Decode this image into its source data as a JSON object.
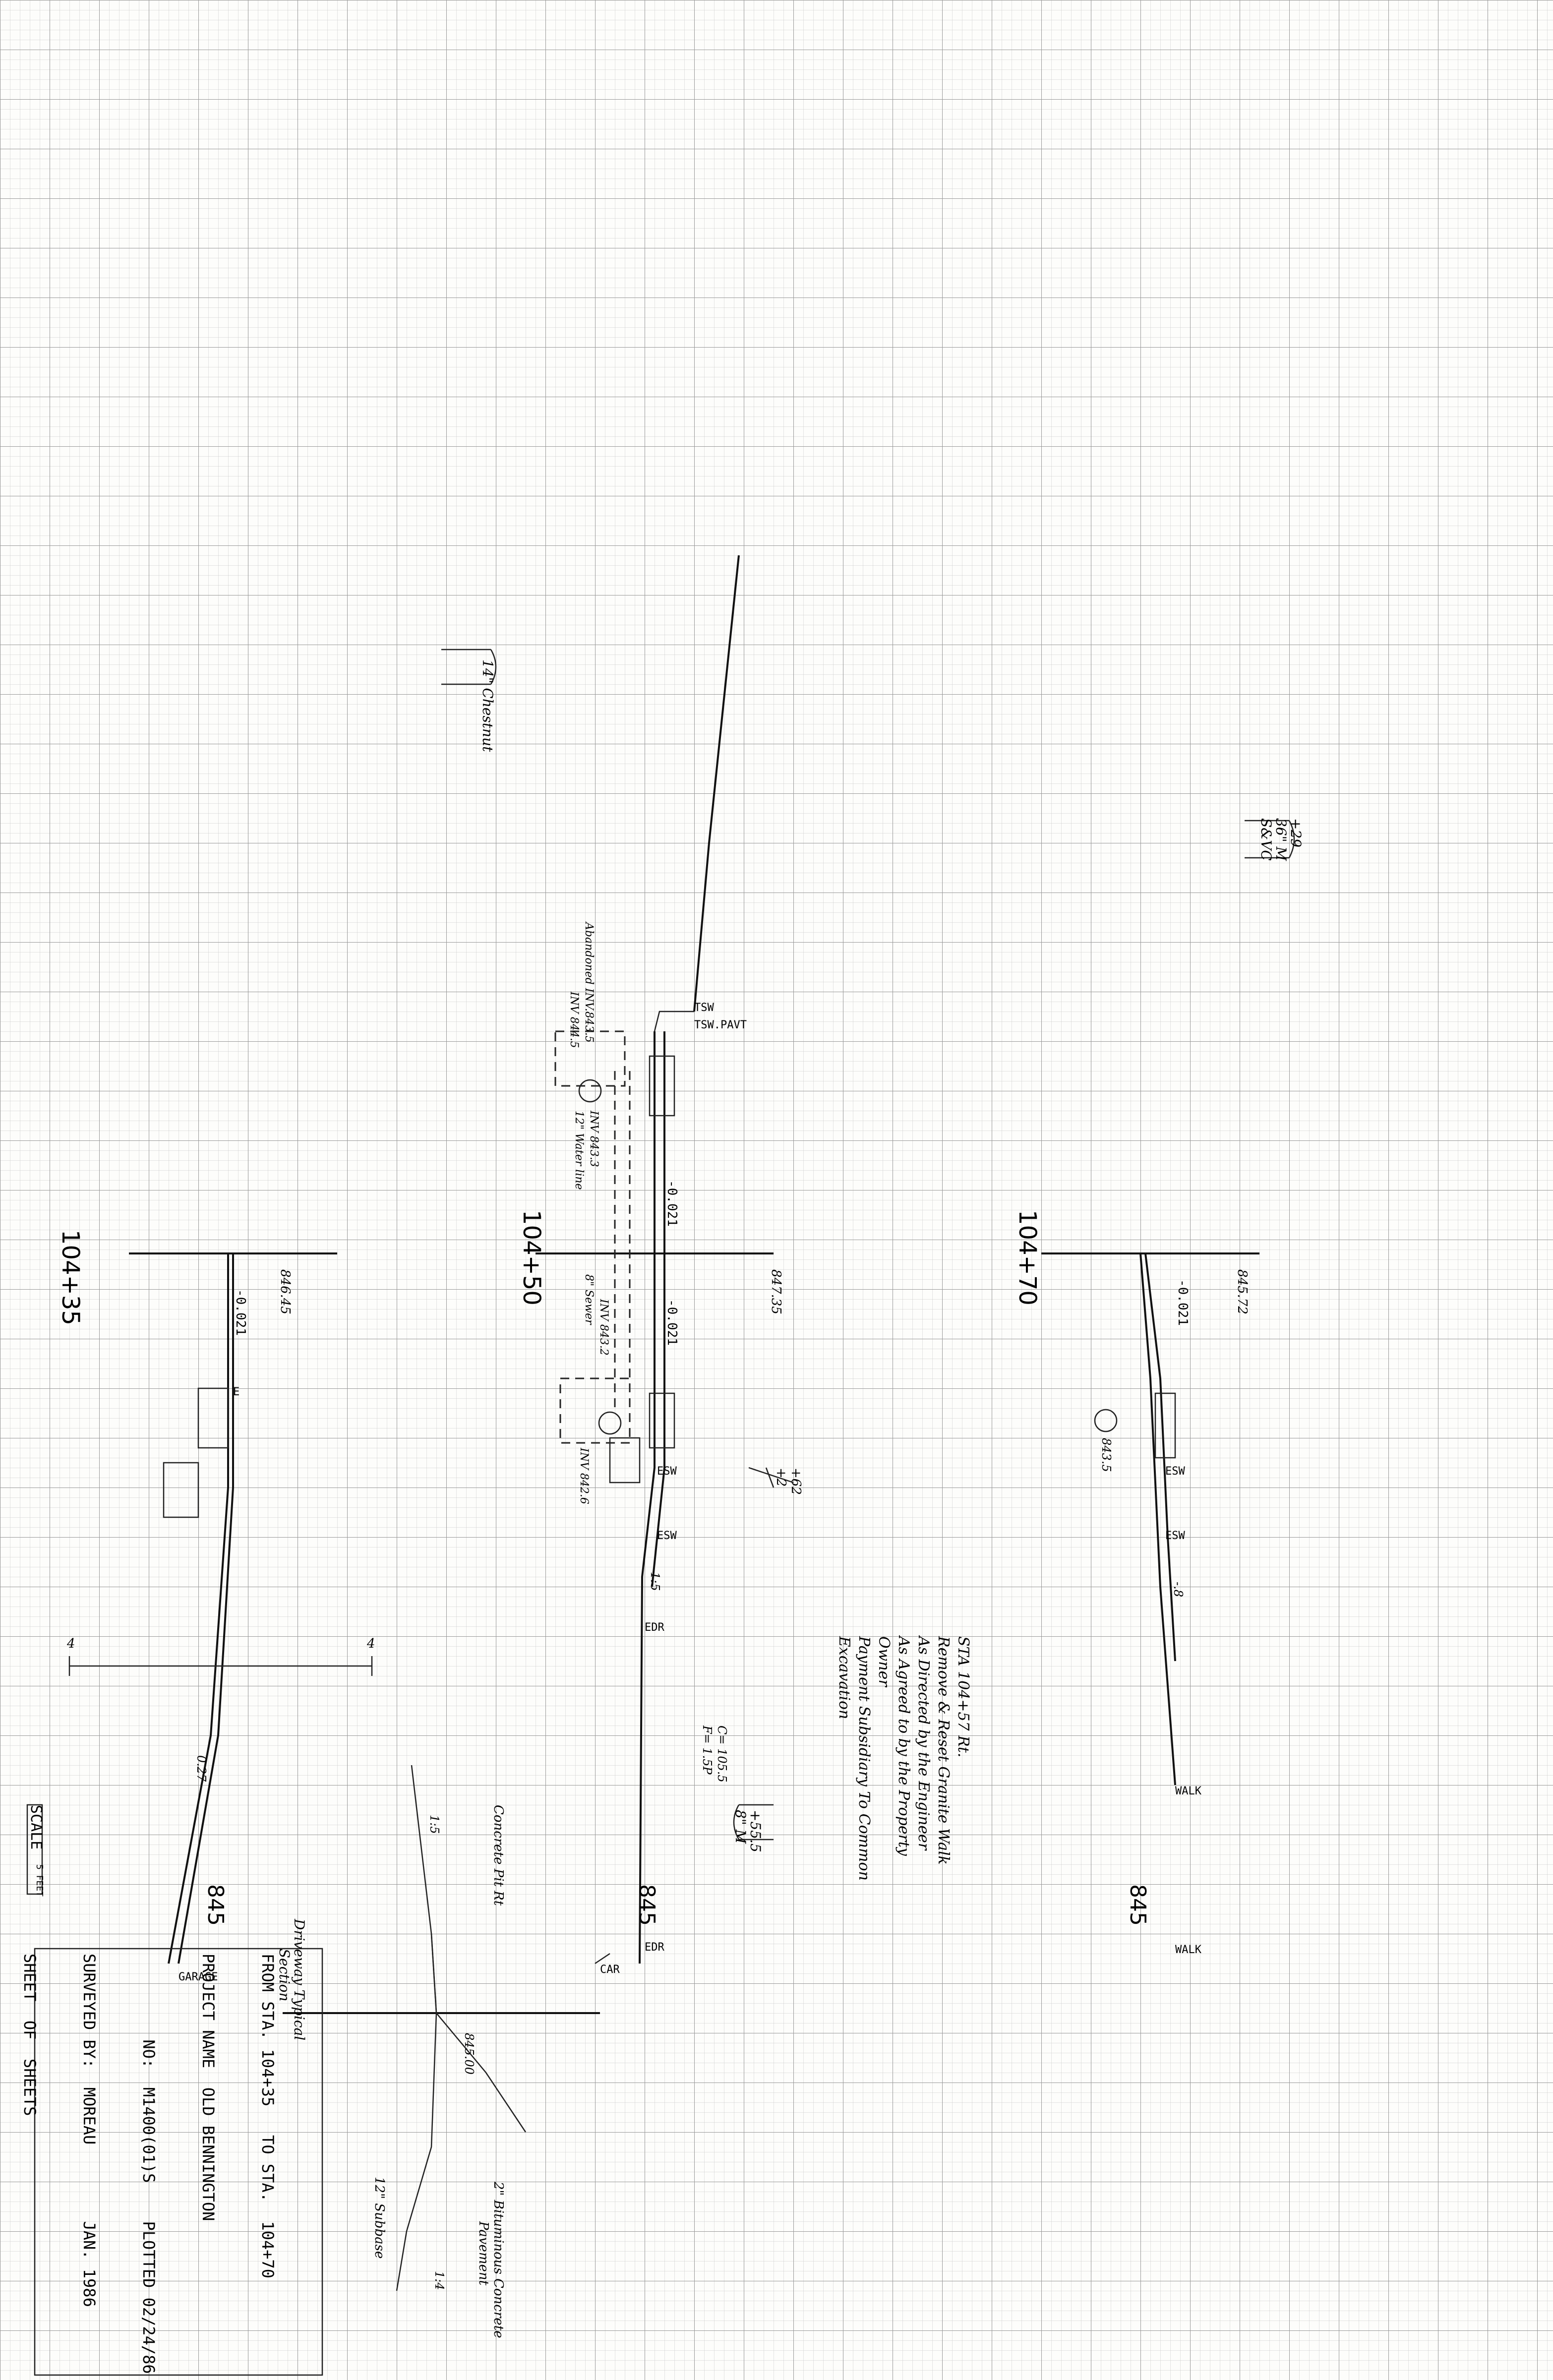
{
  "sections": [
    {
      "station": "104+35",
      "elev_label": "845",
      "center_elev": "846.45",
      "slope": "-0.021",
      "labels": [
        "E",
        "GARAGE"
      ],
      "notes": [
        "0.27",
        "4",
        "4"
      ]
    },
    {
      "station": "104+50",
      "elev_label": "845",
      "center_elev": "847.35",
      "slope_left": "-0.021",
      "slope_right": "-0.021",
      "labels": [
        "TSW",
        "TSW.PAVT",
        "ESW",
        "ESW",
        "EDR",
        "EDR",
        "CAR"
      ],
      "notes": [
        "1:5",
        "C= 105.5",
        "F= 1.5P"
      ]
    },
    {
      "station": "104+70",
      "elev_label": "845",
      "center_elev": "845.72",
      "slope": "-0.021",
      "labels": [
        "ESW",
        "ESW",
        "WALK",
        "WALK"
      ],
      "notes": [
        "-.8",
        "843.5"
      ]
    }
  ],
  "handwritten": {
    "tree1": "14\" Chestnut",
    "tree2": [
      "+29",
      "36\" M",
      "S&VC"
    ],
    "tree3": [
      "+55.5",
      "8\" M"
    ],
    "tree4": [
      "+62",
      "+2"
    ],
    "utility": [
      "Abandoned INV.843.5",
      "INV 844.5",
      "INV 843.3",
      "12\" Water line",
      "INV 843.2",
      "8\" Sewer",
      "INV 842.6"
    ],
    "note_lines": [
      "STA 104+57 Rt.",
      "Remove & Reset Granite Walk",
      "As Directed by the Engineer",
      "As Agreed to by the Property",
      "Owner",
      "Payment Subsidiary To Common",
      "Excavation"
    ],
    "typical": [
      "Driveway Typical",
      "Section"
    ],
    "typical_labels": [
      "Concrete Pit Rt",
      "845.00",
      "12\" Subbase",
      "2\" Bituminous Concrete",
      "Pavement",
      "1:5",
      "1:4"
    ]
  },
  "scale": {
    "label": "SCALE",
    "value": "5 FEET"
  },
  "title_block": {
    "line1": "FROM STA. 104+35   TO STA.  104+70",
    "line2": "PROJECT NAME  OLD BENNINGTON",
    "line3": "         NO:  M1400(01)S    PLOTTED 02/24/86",
    "line4": "SURVEYED BY:  MOREAU        JAN. 1986",
    "line5": "SHEET  OF  SHEETS"
  }
}
